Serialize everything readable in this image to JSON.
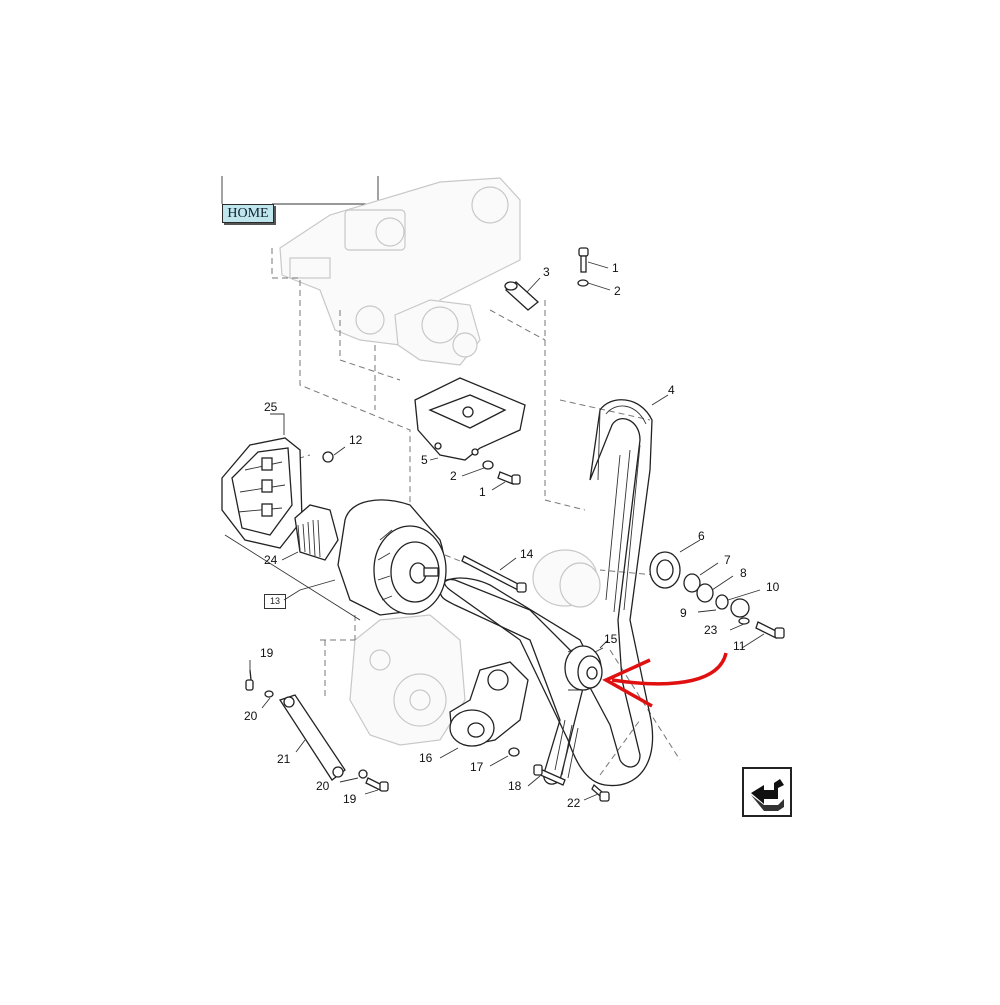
{
  "home_label": "HOME",
  "reference_box": "13",
  "callouts": [
    "1",
    "2",
    "3",
    "4",
    "5",
    "2",
    "1",
    "6",
    "7",
    "8",
    "10",
    "9",
    "23",
    "11",
    "12",
    "25",
    "24",
    "14",
    "15",
    "19",
    "20",
    "21",
    "16",
    "17",
    "18",
    "22",
    "20",
    "19"
  ],
  "colors": {
    "highlight_arrow": "#e01010",
    "home_fill": "#bfe6ec"
  },
  "icons": {
    "navigate": "return-arrow-icon"
  }
}
